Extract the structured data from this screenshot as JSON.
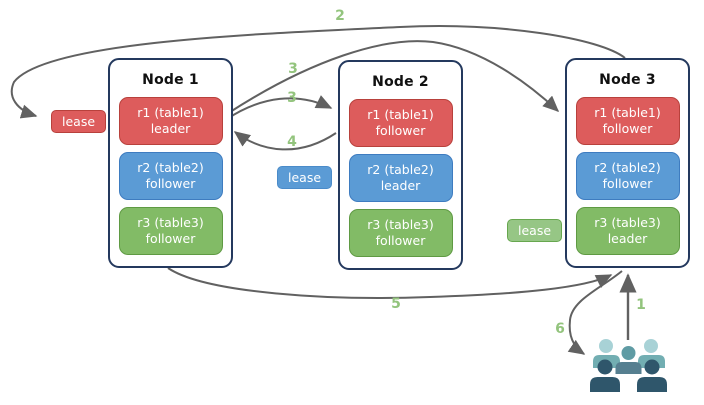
{
  "nodes": [
    {
      "title": "Node 1",
      "replicas": [
        {
          "name": "r1 (table1)",
          "role": "leader",
          "color": "#dd5c5c"
        },
        {
          "name": "r2 (table2)",
          "role": "follower",
          "color": "#5b9bd5"
        },
        {
          "name": "r3 (table3)",
          "role": "follower",
          "color": "#82bb66"
        }
      ]
    },
    {
      "title": "Node 2",
      "replicas": [
        {
          "name": "r1 (table1)",
          "role": "follower",
          "color": "#dd5c5c"
        },
        {
          "name": "r2 (table2)",
          "role": "leader",
          "color": "#5b9bd5"
        },
        {
          "name": "r3 (table3)",
          "role": "follower",
          "color": "#82bb66"
        }
      ]
    },
    {
      "title": "Node 3",
      "replicas": [
        {
          "name": "r1 (table1)",
          "role": "follower",
          "color": "#dd5c5c"
        },
        {
          "name": "r2 (table2)",
          "role": "follower",
          "color": "#5b9bd5"
        },
        {
          "name": "r3 (table3)",
          "role": "leader",
          "color": "#82bb66"
        }
      ]
    }
  ],
  "leases": [
    {
      "label": "lease",
      "color": "#dd5c5c"
    },
    {
      "label": "lease",
      "color": "#5b9bd5"
    },
    {
      "label": "lease",
      "color": "#96c685"
    }
  ],
  "steps": [
    {
      "text": "1"
    },
    {
      "text": "2"
    },
    {
      "text": "3"
    },
    {
      "text": "3"
    },
    {
      "text": "4"
    },
    {
      "text": "5"
    },
    {
      "text": "6"
    }
  ],
  "icons": {
    "clients": "users-group-icon"
  },
  "colors": {
    "arrow": "#616161",
    "step_label": "#93c47d",
    "node_border": "#24395e",
    "users_light": "#a8d2d6",
    "users_medium": "#5f9ba4",
    "users_dark": "#2f566b"
  }
}
